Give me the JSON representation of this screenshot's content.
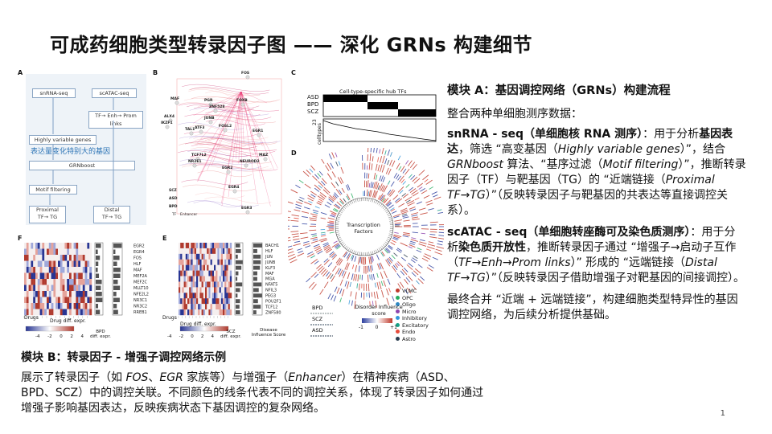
{
  "slide": {
    "title": "可成药细胞类型转录因子图 —— 深化 GRNs 构建细节",
    "page_number": "1"
  },
  "figure": {
    "panels": {
      "a": "A",
      "b": "B",
      "c": "C",
      "d": "D",
      "e": "E",
      "f": "F"
    },
    "panel_a": {
      "snrna": "snRNA-seq",
      "scatac": "scATAC-seq",
      "tf_links": "TF→ Enh→ Prom links",
      "hvg": "Highly variable genes",
      "overlay": "表达量变化特别大的基因",
      "grnboost": "GRNboost",
      "motif": "Motif filtering",
      "proximal": "Proximal",
      "proximal_sub": "TF→ TG",
      "distal": "Distal",
      "distal_sub": "TF→ TG"
    },
    "panel_b": {
      "genes": [
        "FOS",
        "MAF",
        "ALX4",
        "IKZF1",
        "PGR",
        "ZNF528",
        "FOXB",
        "JUNB",
        "ATF3",
        "FOSL2",
        "TAL1",
        "TCF7L2",
        "NR2E1",
        "EGR1",
        "MAZ",
        "NEUROD2",
        "EGR2",
        "EGR4",
        "EGR3",
        "SCZ",
        "ASD",
        "BPD"
      ],
      "legend_tf": "TF",
      "legend_enh": "Enhancer"
    },
    "panel_c": {
      "title": "Cell-type-specific hub TFs",
      "rows": [
        "ASD",
        "BPD",
        "SCZ"
      ],
      "bottom_label": "celltypes",
      "bottom_value": "23"
    },
    "panel_d": {
      "center_label": "Transcription Factors",
      "legend_title": "Disorder Influence score",
      "legend_ticks": [
        "-1",
        "0",
        "+1"
      ],
      "disorders": [
        "BPD",
        "SCZ",
        "ASD"
      ],
      "cell_types": [
        {
          "name": "VLMC",
          "color": "#c0392b"
        },
        {
          "name": "OPC",
          "color": "#27ae60"
        },
        {
          "name": "Oligo",
          "color": "#2e86c1"
        },
        {
          "name": "Micro",
          "color": "#8e44ad"
        },
        {
          "name": "Inhibitory",
          "color": "#3498db"
        },
        {
          "name": "Excitatory",
          "color": "#16a085"
        },
        {
          "name": "Endo",
          "color": "#e74c3c"
        },
        {
          "name": "Astro",
          "color": "#2c3e50"
        }
      ]
    },
    "panel_f": {
      "genes": [
        "EGR2",
        "EGR4",
        "FOS",
        "HLF",
        "MAF",
        "MEF2A",
        "MEF2C",
        "MLLT10",
        "NFE2L2",
        "NR3C1",
        "NR3C2",
        "RREB1"
      ],
      "drugs_label": "Drugs",
      "scale_label": "Drug diff. expr.",
      "scale_ticks": [
        "-4",
        "-2",
        "0",
        "2",
        "4"
      ],
      "bpd_label": "BPD",
      "bpd_sub": "diff. expr."
    },
    "panel_e": {
      "genes": [
        "BACH1",
        "HLF",
        "JUN",
        "JUNB",
        "KLF3",
        "MAF",
        "MGA",
        "NFAT5",
        "NFIL3",
        "PEG3",
        "POU2F1",
        "TCF12",
        "ZNF580"
      ],
      "drugs_label": "Drugs",
      "scale_label": "Drug diff. expr.",
      "scale_ticks": [
        "-4",
        "-2",
        "0",
        "2",
        "4"
      ],
      "scz_label": "SCZ",
      "scz_sub": "diff. expr.",
      "influence_label": "Disease Influence Score"
    }
  },
  "module_a": {
    "heading": "模块 A：基因调控网络（GRNs）构建流程",
    "intro": "整合两种单细胞测序数据：",
    "snrna_heading": "snRNA - seq（单细胞核 RNA 测序）",
    "snrna_text_1": "：用于分析",
    "snrna_bold": "基因表达",
    "snrna_text_2": "，筛选 “高变基因（",
    "snrna_italic_1": "Highly variable genes",
    "snrna_text_3": "）”，结合 ",
    "snrna_italic_2": "GRNboost",
    "snrna_text_4": " 算法、“基序过滤（",
    "snrna_italic_3": "Motif filtering",
    "snrna_text_5": "）”，推断转录因子（TF）与靶基因（TG）的 “近端链接（",
    "snrna_italic_4": "Proximal TF→TG",
    "snrna_text_6": "）”（反映转录因子与靶基因的共表达等直接调控关系）。",
    "scatac_heading": "scATAC - seq（单细胞转座酶可及染色质测序）",
    "scatac_text_1": "：用于分析",
    "scatac_bold": "染色质开放性",
    "scatac_text_2": "，推断转录因子通过 “增强子→启动子互作（",
    "scatac_italic_1": "TF→Enh→Prom links",
    "scatac_text_3": "）” 形成的 “远端链接（",
    "scatac_italic_2": "Distal TF→TG",
    "scatac_text_4": "）”（反映转录因子借助增强子对靶基因的间接调控）。",
    "summary": "最终合并 “近端 + 远端链接”，构建细胞类型特异性的基因调控网络，为后续分析提供基础。"
  },
  "module_b": {
    "heading": "模块 B：转录因子 - 增强子调控网络示例",
    "text_1": "展示了转录因子（如 ",
    "italic_1": "FOS",
    "text_2": "、",
    "italic_2": "EGR",
    "text_3": " 家族等）与增强子（",
    "italic_3": "Enhancer",
    "text_4": "）在精神疾病（ASD、BPD、SCZ）中的调控关联。不同颜色的线条代表不同的调控关系，体现了转录因子如何通过增强子影响基因表达，反映疾病状态下基因调控的复杂网络。"
  },
  "colors": {
    "accent_blue": "#2e75b6",
    "heat_red": "#c0392b",
    "heat_blue": "#2c3e9e"
  }
}
